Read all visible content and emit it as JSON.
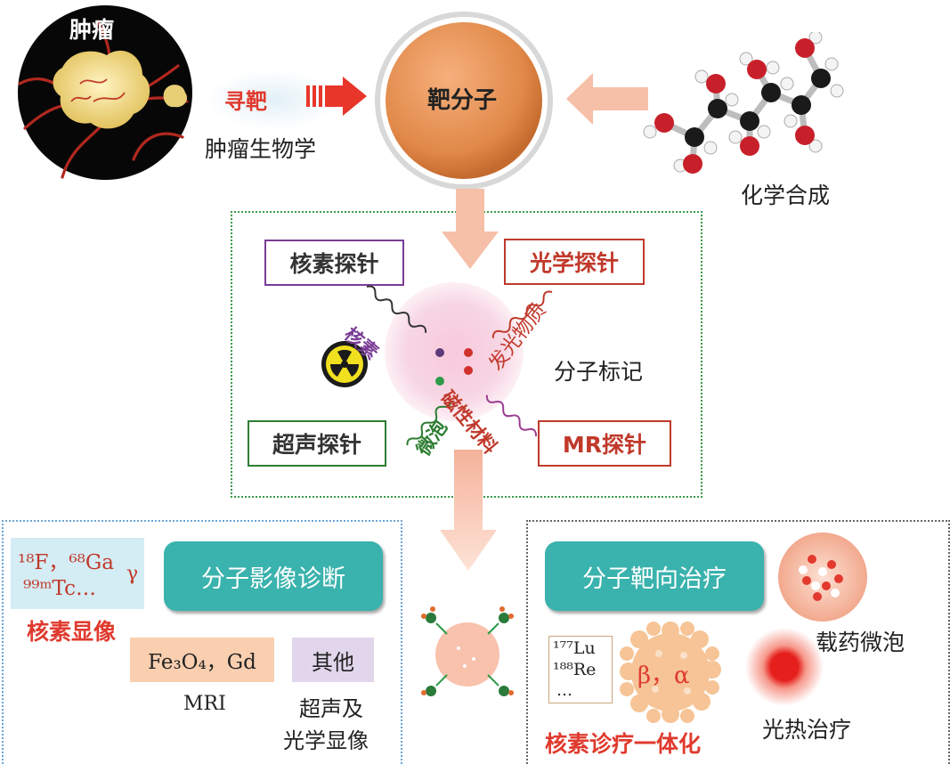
{
  "top": {
    "tumor_label": "肿瘤",
    "targeting_label": "寻靶",
    "tumor_biology": "肿瘤生物学",
    "target_molecule": "靶分子",
    "chemical_synthesis": "化学合成"
  },
  "middle": {
    "probes": {
      "nuclear": "核素探针",
      "optical": "光学探针",
      "ultrasound": "超声探针",
      "mr": "MR探针"
    },
    "wavy_labels": {
      "nuclide": "核素",
      "luminescent": "发光物质",
      "microbubble": "微泡",
      "magnetic": "磁性材料"
    },
    "molecular_labeling": "分子标记"
  },
  "diagnosis": {
    "title": "分子影像诊断",
    "isotopes_line1": "¹⁸F，⁶⁸Ga",
    "isotopes_line2": "⁹⁹ᵐTc…",
    "gamma": "γ",
    "nuclear_imaging": "核素显像",
    "mri_agents": "Fe₃O₄，Gd",
    "mri_label": "MRI",
    "other": "其他",
    "ultrasound_optical_line1": "超声及",
    "ultrasound_optical_line2": "光学显像"
  },
  "therapy": {
    "title": "分子靶向治疗",
    "drug_microbubble": "载药微泡",
    "isotopes_line1": "¹⁷⁷Lu",
    "isotopes_line2": "¹⁸⁸Re",
    "isotopes_line3": "…",
    "beta_alpha": "β，α",
    "theranostics": "核素诊疗一体化",
    "photothermal": "光热治疗"
  },
  "colors": {
    "probe_purple": "#7a3d96",
    "probe_red": "#c0392b",
    "probe_green": "#2e7d32",
    "teal": "#3ab2ad",
    "label_red": "#e03a2e",
    "target_orange": "#e8894a"
  }
}
